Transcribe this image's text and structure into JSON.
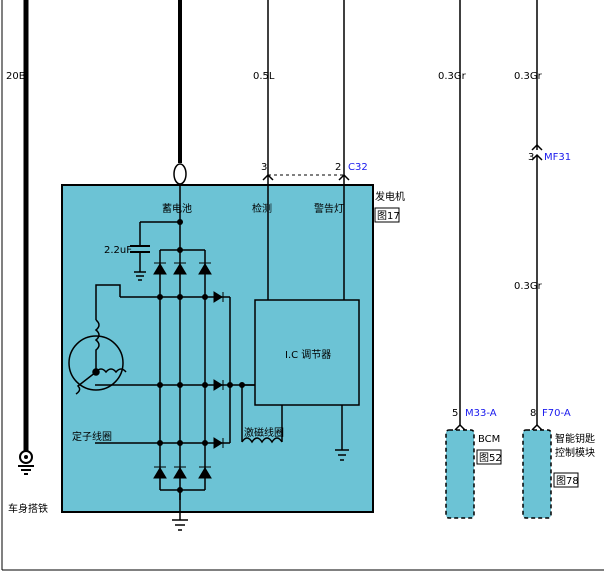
{
  "wires": {
    "w20b": "20B",
    "w05l": "0.5L",
    "w03gr_a": "0.3Gr",
    "w03gr_b": "0.3Gr",
    "w03gr_c": "0.3Gr"
  },
  "connectors": {
    "c32": {
      "code": "C32",
      "pin_a": "3",
      "pin_b": "2"
    },
    "mf31": {
      "code": "MF31",
      "pin": "3"
    },
    "m33a": {
      "code": "M33-A",
      "pin": "5"
    },
    "f70a": {
      "code": "F70-A",
      "pin": "8"
    }
  },
  "generator": {
    "name": "发电机",
    "ref": "图17",
    "battery": "蓄电池",
    "detect": "检测",
    "warning_lamp": "警告灯",
    "capacitor": "2.2uF",
    "regulator": "I.C 调节器",
    "stator": "定子线圈",
    "field_coil": "激磁线圈"
  },
  "ground": {
    "label": "车身搭铁"
  },
  "bcm": {
    "name": "BCM",
    "ref": "图52"
  },
  "smart_key": {
    "name_line1": "智能钥匙",
    "name_line2": "控制模块",
    "ref": "图78"
  },
  "colors": {
    "module_fill": "#6cc3d5",
    "connector_text": "#1a1aee",
    "line": "#000000"
  }
}
